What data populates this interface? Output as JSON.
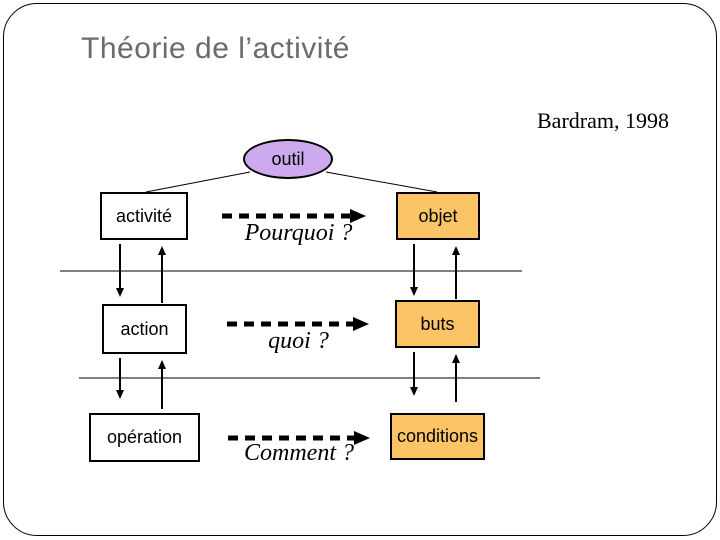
{
  "slide": {
    "title": "Théorie de l’activité",
    "reference": "Bardram, 1998"
  },
  "diagram": {
    "tool_node": "outil",
    "levels": [
      {
        "left": "activité",
        "question": "Pourquoi ?",
        "right": "objet"
      },
      {
        "left": "action",
        "question": "quoi ?",
        "right": "buts"
      },
      {
        "left": "opération",
        "question": "Comment ?",
        "right": "conditions"
      }
    ]
  },
  "colors": {
    "tool_node_fill": "#cda9ee",
    "right_column_fill": "#fbc467",
    "left_column_fill": "#ffffff",
    "title_text": "#6b6b6b",
    "line_color": "#000000"
  }
}
